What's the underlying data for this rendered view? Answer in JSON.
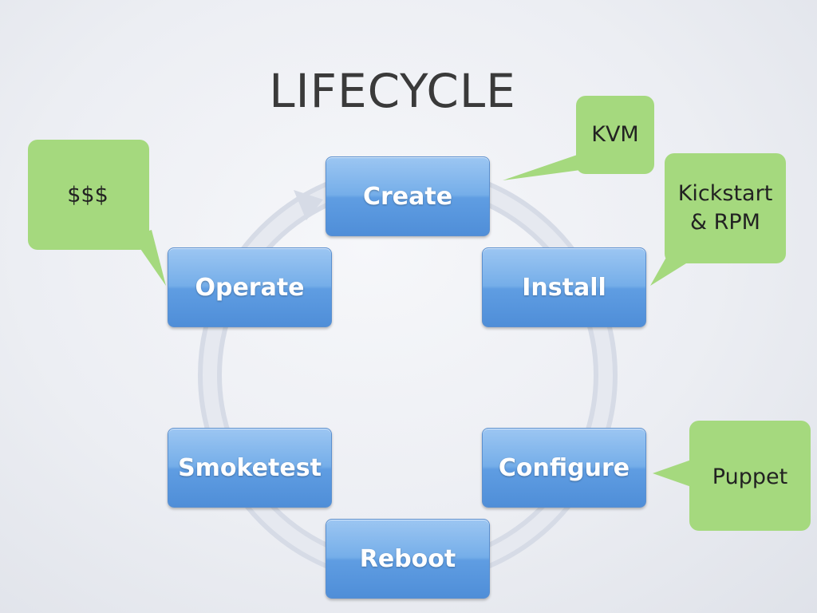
{
  "title": "LIFECYCLE",
  "nodes": {
    "create": "Create",
    "install": "Install",
    "configure": "Configure",
    "reboot": "Reboot",
    "smoketest": "Smoketest",
    "operate": "Operate"
  },
  "callouts": {
    "kvm": "KVM",
    "kickstart_line1": "Kickstart",
    "kickstart_line2": "& RPM",
    "puppet": "Puppet",
    "money": "$$$"
  },
  "colors": {
    "node_blue": "#5f9de2",
    "callout_green": "#a5d97e",
    "ring": "#d9dde7"
  }
}
